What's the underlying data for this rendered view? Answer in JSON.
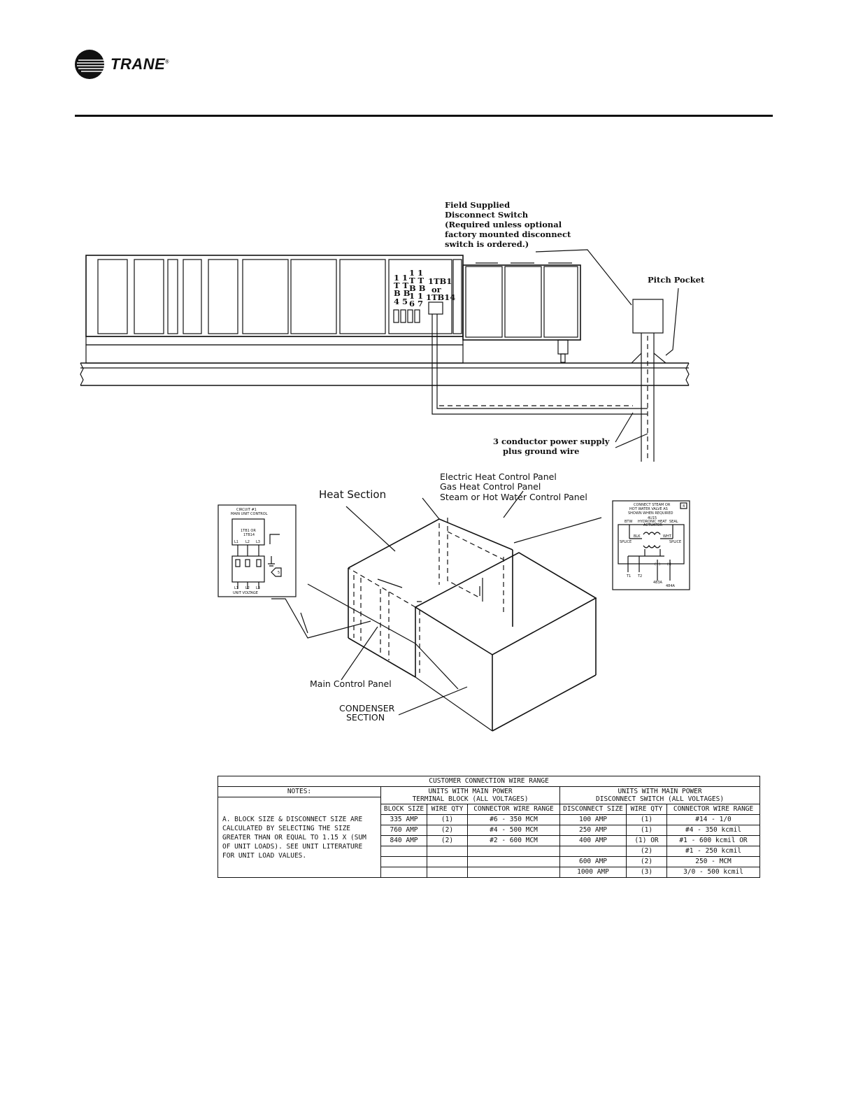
{
  "brand": {
    "name": "TRANE",
    "trademark": "®"
  },
  "diagram_top": {
    "terminal_blocks_a": [
      "1 1",
      "T T",
      "B B",
      "4 5"
    ],
    "terminal_blocks_b": [
      "1 1",
      "T T",
      "B B",
      "1 1",
      "6 7"
    ],
    "terminal_tb1": [
      "1TB1",
      "or",
      "1TB14"
    ],
    "disconnect_callout": [
      "Field Supplied",
      "Disconnect Switch",
      "(Required unless optional",
      "factory mounted disconnect",
      "switch is ordered.)"
    ],
    "pitch_pocket": "Pitch Pocket",
    "power_supply": [
      "3 conductor power supply",
      "plus ground wire"
    ]
  },
  "diagram_bottom": {
    "heat_section": "Heat Section",
    "control_panels": [
      "Electric Heat Control Panel",
      "Gas Heat Control Panel",
      "Steam or Hot Water Control Panel"
    ],
    "main_control_panel": "Main Control Panel",
    "condenser_section": [
      "CONDENSER",
      "SECTION"
    ],
    "left_inset": {
      "title": [
        "CIRCUIT #1",
        "MAIN UNIT CONTROL"
      ],
      "tb_label": [
        "1TB1 OR",
        "1TB14"
      ],
      "top_terminals": [
        "L1",
        "L2",
        "L3"
      ],
      "bottom_terminals": [
        "L1",
        "L2",
        "L3"
      ],
      "footer": "UNIT VOLTAGE",
      "flag": "5"
    },
    "right_inset": {
      "title": [
        "CONNECT STEAM OR",
        "HOT WATER VALVE AS",
        "SHOWN WHEN REQUIRED"
      ],
      "device": [
        "4U15",
        "HYDRONIC HEAT",
        "ACTUATOR"
      ],
      "terms": [
        "BLK",
        "WHT",
        "SPLICE",
        "SPLICE",
        "T1",
        "T2",
        "(+)",
        "(-)",
        "483A",
        "484A"
      ],
      "flag": "4",
      "side_labels": [
        "BTW",
        "SEAL"
      ]
    }
  },
  "wire_table": {
    "title": "CUSTOMER CONNECTION WIRE RANGE",
    "notes_header": "NOTES:",
    "notes_text": "A. BLOCK SIZE & DISCONNECT SIZE ARE CALCULATED BY SELECTING THE SIZE GREATER THAN OR EQUAL TO 1.15 X (SUM OF UNIT LOADS). SEE UNIT LITERATURE FOR UNIT LOAD VALUES.",
    "group_left": [
      "UNITS WITH MAIN POWER",
      "TERMINAL BLOCK (ALL VOLTAGES)"
    ],
    "group_right": [
      "UNITS WITH MAIN POWER",
      "DISCONNECT SWITCH (ALL VOLTAGES)"
    ],
    "headers": [
      "BLOCK SIZE",
      "WIRE QTY",
      "CONNECTOR WIRE RANGE",
      "DISCONNECT SIZE",
      "WIRE QTY",
      "CONNECTOR WIRE RANGE"
    ],
    "rows": [
      [
        "335 AMP",
        "(1)",
        "#6 - 350 MCM",
        "100 AMP",
        "(1)",
        "#14 - 1/0"
      ],
      [
        "760 AMP",
        "(2)",
        "#4 - 500 MCM",
        "250 AMP",
        "(1)",
        "#4 - 350 kcmil"
      ],
      [
        "840 AMP",
        "(2)",
        "#2 - 600 MCM",
        "400 AMP",
        "(1) OR",
        "#1 - 600 kcmil OR"
      ],
      [
        "",
        "",
        "",
        "",
        "(2)",
        "#1 - 250 kcmil"
      ],
      [
        "",
        "",
        "",
        "600 AMP",
        "(2)",
        "250 - MCM"
      ],
      [
        "",
        "",
        "",
        "1000 AMP",
        "(3)",
        "3/0 - 500 kcmil"
      ]
    ]
  }
}
